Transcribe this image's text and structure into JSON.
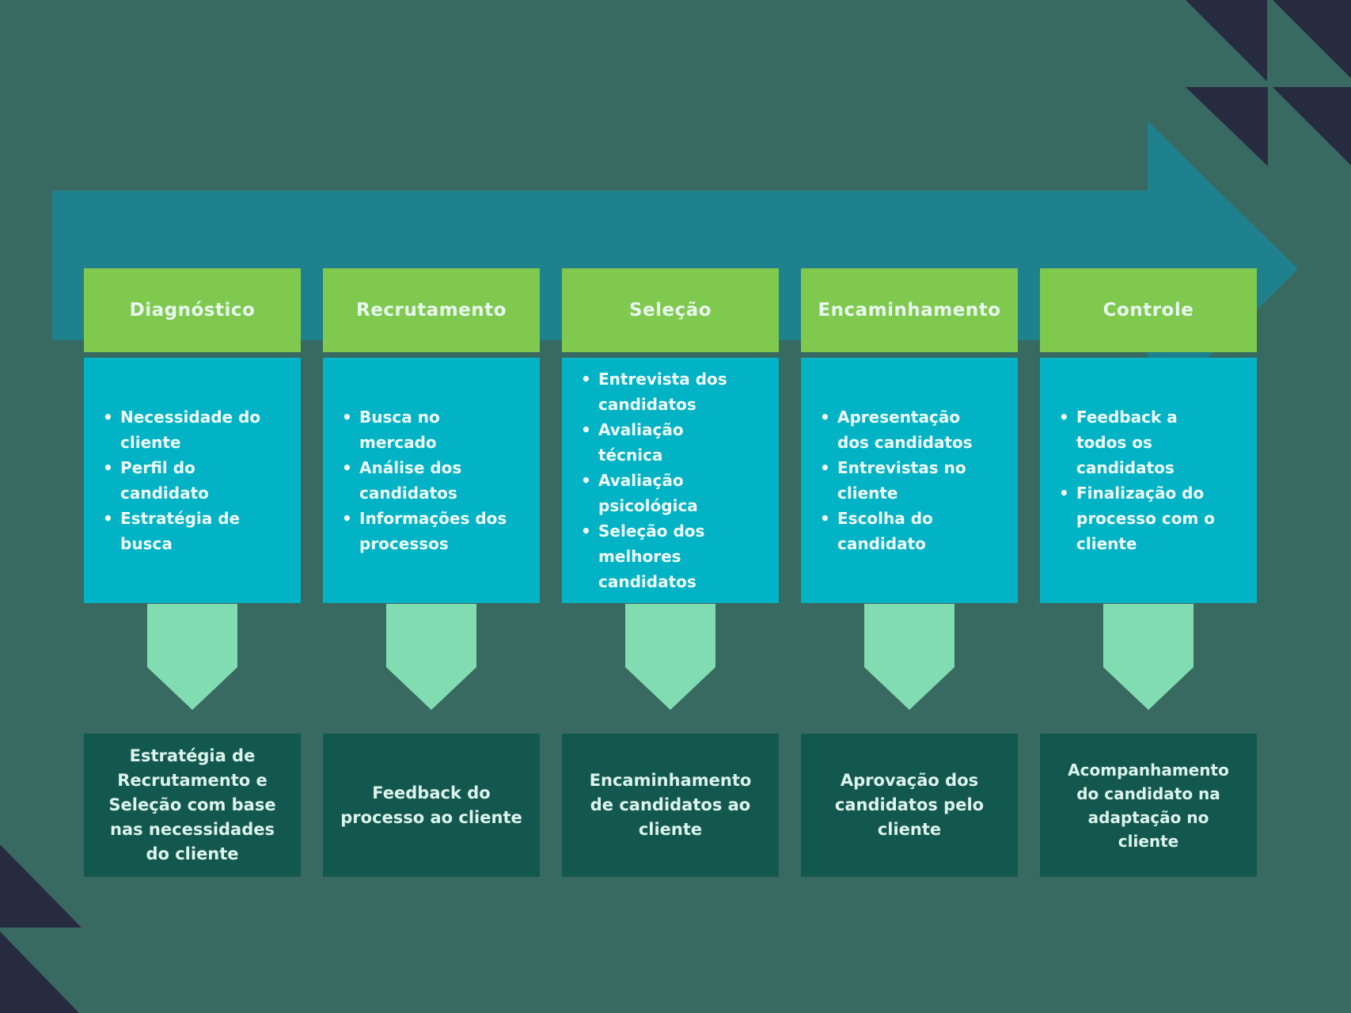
{
  "colors": {
    "background": "#396a61",
    "flow_arrow_band": "#1f818d",
    "stage_header_green": "#7ec94e",
    "stage_header_text": "#ebfaf1",
    "detail_box_cyan": "#01b3c4",
    "detail_text": "#f3fdfd",
    "down_arrow_mint": "#81ddb1",
    "result_box_teal": "#13584f",
    "result_text": "#dcf4eb",
    "corner_triangle_navy": "#272b40"
  },
  "columns": [
    {
      "title": "Diagnóstico",
      "items": [
        "Necessidade do cliente",
        "Perfil do candidato",
        "Estratégia de busca"
      ],
      "result": "Estratégia de Recrutamento e Seleção com base nas necessidades do cliente"
    },
    {
      "title": "Recrutamento",
      "items": [
        "Busca no mercado",
        "Análise dos candidatos",
        "Informações dos processos"
      ],
      "result": "Feedback do processo ao cliente"
    },
    {
      "title": "Seleção",
      "items": [
        "Entrevista dos candidatos",
        "Avaliação técnica",
        "Avaliação psicológica",
        "Seleção dos melhores candidatos"
      ],
      "result": "Encaminhamento de candidatos ao cliente"
    },
    {
      "title": "Encaminhamento",
      "items": [
        "Apresentação dos candidatos",
        "Entrevistas no cliente",
        "Escolha do candidato"
      ],
      "result": "Aprovação dos candidatos pelo cliente"
    },
    {
      "title": "Controle",
      "items": [
        "Feedback a todos os candidatos",
        "Finalização do processo com o cliente"
      ],
      "result": "Acompanhamento do candidato na adaptação no cliente"
    }
  ]
}
